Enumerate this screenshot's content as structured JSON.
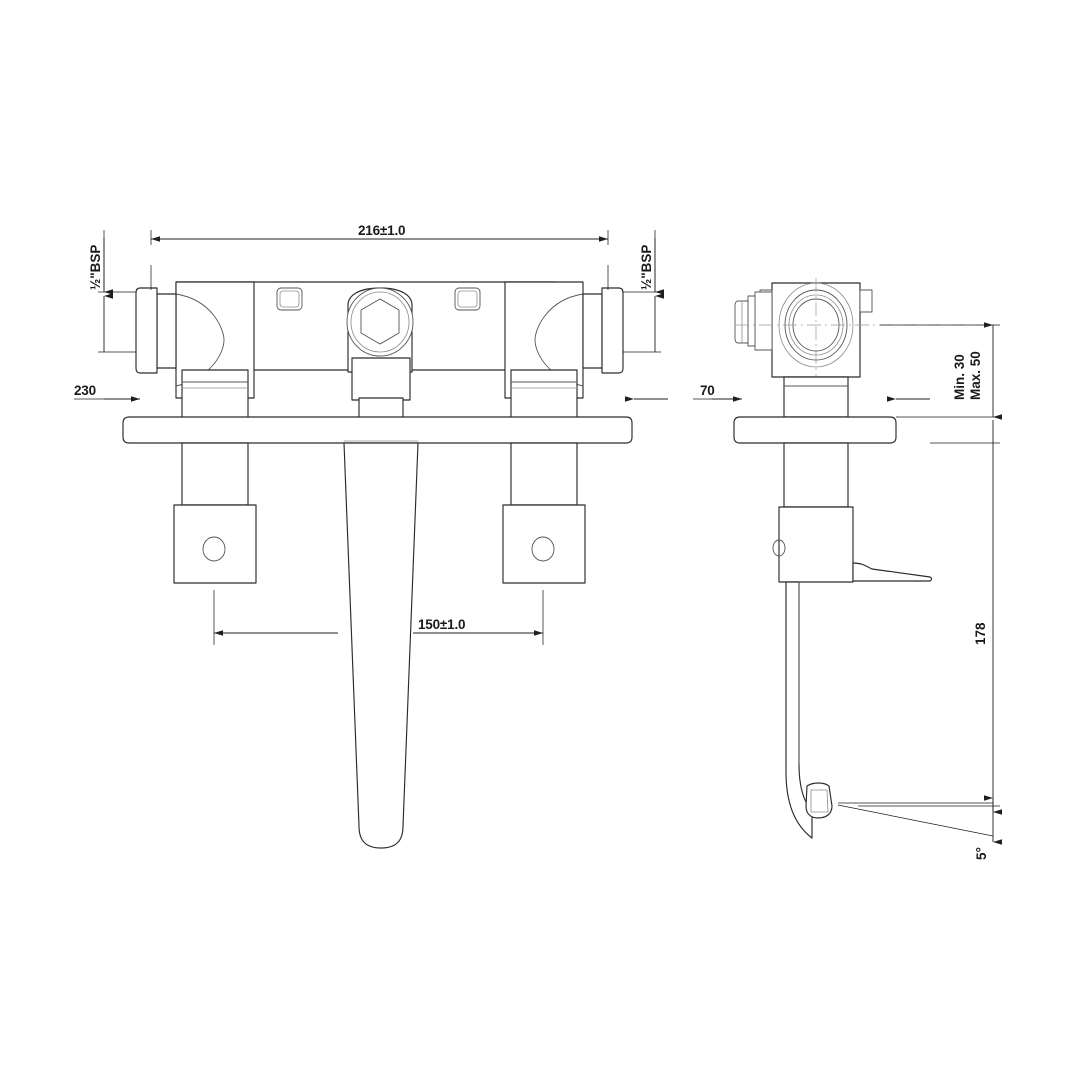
{
  "document": {
    "type": "engineering-dimension-drawing",
    "subject": "Wall-mounted basin mixer tap with thermostatic body",
    "background_color": "#ffffff",
    "line_color": "#2b2b2b",
    "text_color": "#1a1a1a",
    "views": [
      {
        "id": "front-view",
        "name": "Front elevation"
      },
      {
        "id": "side-view",
        "name": "Side elevation"
      }
    ]
  },
  "dimensions": {
    "overall_width": "216±1.0",
    "inlet_thread_left": "½\"BSP",
    "inlet_thread_right": "½\"BSP",
    "wall_offset_left": "230",
    "handle_centres": "150±1.0",
    "side_depth": "70",
    "wall_thickness_min": "Min. 30",
    "wall_thickness_max": "Max. 50",
    "spout_height": "178",
    "spout_angle": "5°"
  },
  "labels": {
    "overall_width": "216±1.0",
    "bsp_left": "½\"BSP",
    "bsp_right": "½\"BSP",
    "depth_230": "230",
    "centres_150": "150±1.0",
    "depth_70": "70",
    "min_30": "Min. 30",
    "max_50": "Max. 50",
    "height_178": "178",
    "angle_5": "5°"
  }
}
